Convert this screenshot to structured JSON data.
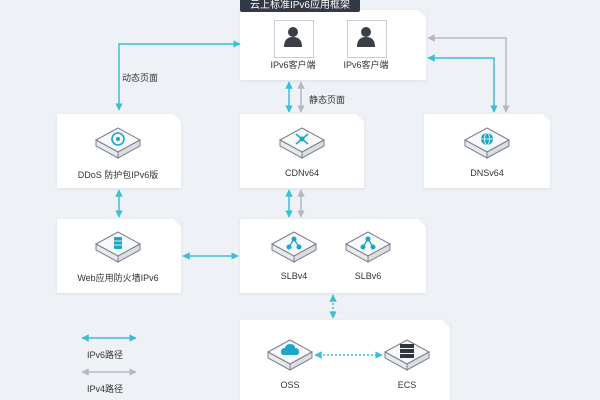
{
  "title": "云上标准IPv6应用框架",
  "clients": {
    "ipv6_client_1": "IPv6客户端",
    "ipv6_client_2": "IPv6客户端"
  },
  "nodes": {
    "ddos": "DDoS 防护包IPv6版",
    "cdn": "CDNv64",
    "dns": "DNSv64",
    "waf": "Web应用防火墙IPv6",
    "slbv4": "SLBv4",
    "slbv6": "SLBv6",
    "oss": "OSS",
    "ecs": "ECS"
  },
  "edge_labels": {
    "dynamic": "动态页面",
    "static": "静态页面"
  },
  "legend": {
    "ipv6": "IPv6路径",
    "ipv4": "IPv4路径"
  },
  "colors": {
    "ipv6_path": "#3bbfd4",
    "ipv4_path": "#b5b9bf",
    "icon_accent": "#1aa7c9",
    "title_bg": "#333a45"
  },
  "icons": {
    "client": "user-icon",
    "ddos": "shield-icon",
    "cdn": "network-hub-icon",
    "dns": "globe-icon",
    "waf": "firewall-icon",
    "slb": "load-balancer-icon",
    "oss": "cloud-storage-icon",
    "ecs": "server-icon"
  }
}
